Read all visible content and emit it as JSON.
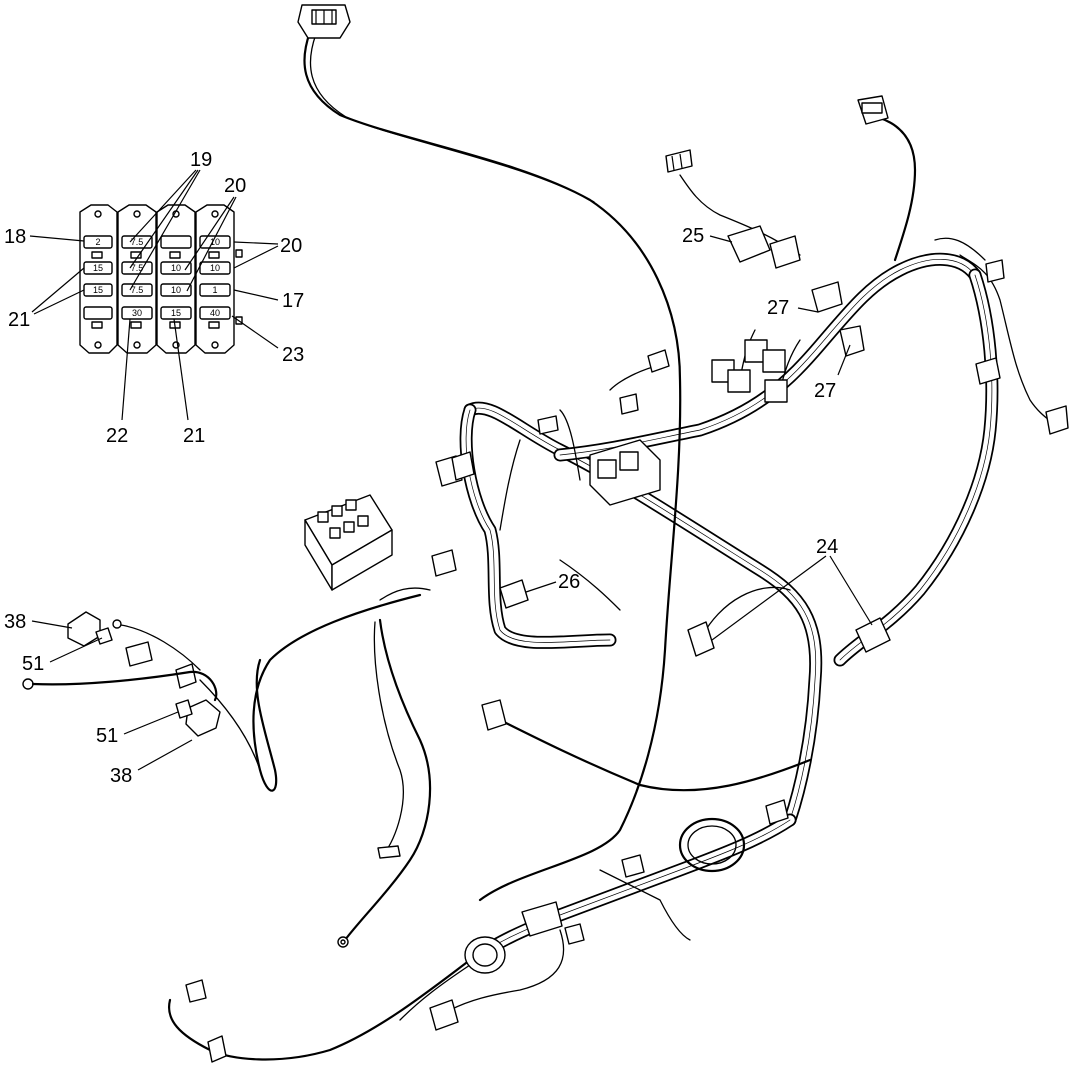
{
  "callouts": {
    "c17": "17",
    "c18": "18",
    "c19": "19",
    "c20a": "20",
    "c20b": "20",
    "c21a": "21",
    "c21b": "21",
    "c22": "22",
    "c23": "23",
    "c24": "24",
    "c25": "25",
    "c26": "26",
    "c27a": "27",
    "c27b": "27",
    "c38a": "38",
    "c38b": "38",
    "c51a": "51",
    "c51b": "51"
  },
  "fuse_block": {
    "rows": [
      [
        "2",
        "7.5",
        "",
        "10"
      ],
      [
        "15",
        "7.5",
        "10",
        "10"
      ],
      [
        "15",
        "7.5",
        "10",
        "1"
      ],
      [
        "",
        "30",
        "15",
        "40"
      ]
    ]
  }
}
